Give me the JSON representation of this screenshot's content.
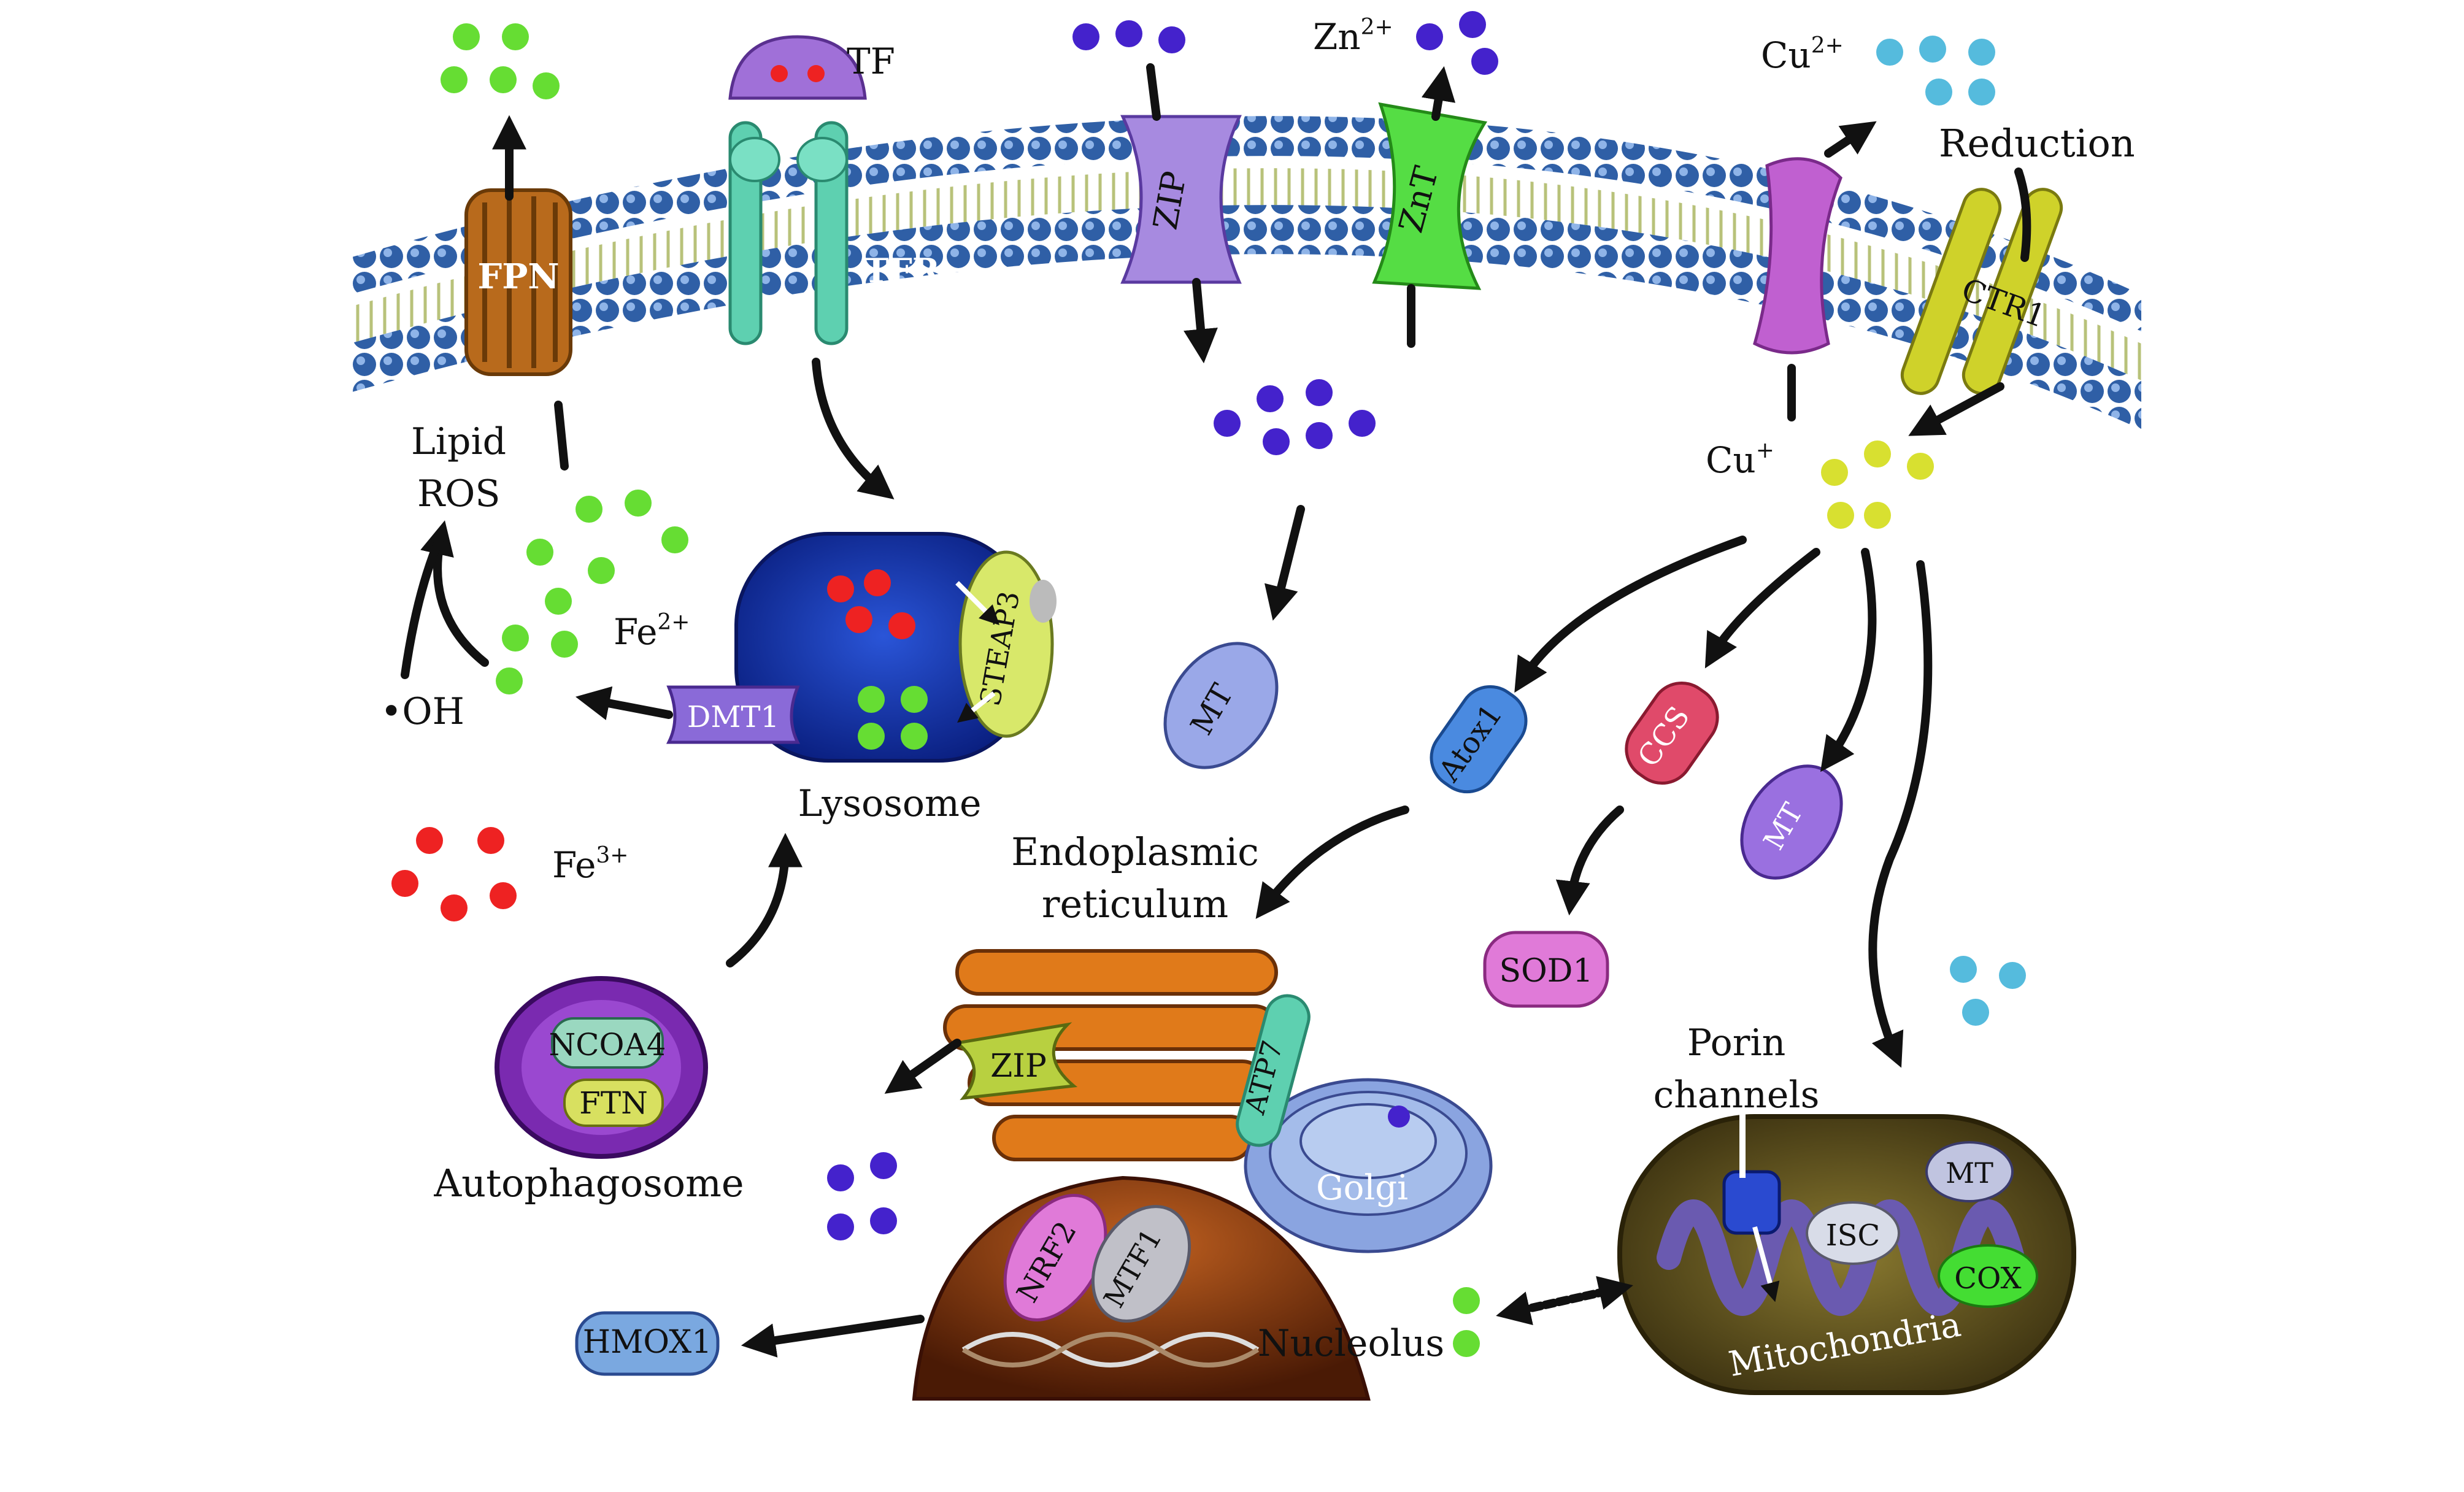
{
  "labels": {
    "tf": "TF",
    "zn": "Zn",
    "zn_sup": "2+",
    "cu2": "Cu",
    "cu2_sup": "2+",
    "reduction": "Reduction",
    "lipid": "Lipid",
    "ros": "ROS",
    "cu1": "Cu",
    "cu1_sup": "+",
    "fe2": "Fe",
    "fe2_sup": "2+",
    "oh": "•OH",
    "lysosome": "Lysosome",
    "fe3": "Fe",
    "fe3_sup": "3+",
    "er_line1": "Endoplasmic",
    "er_line2": "reticulum",
    "autophagosome": "Autophagosome",
    "golgi": "Golgi",
    "porin_line1": "Porin",
    "porin_line2": "channels",
    "nucleolus": "Nucleolus",
    "mitochondria": "Mitochondria"
  },
  "proteins": {
    "fpn": "FPN",
    "tfr": "TFR",
    "zip_membrane": "ZIP",
    "znt": "ZnT",
    "ctr1": "CTR1",
    "steap3": "STEAP3",
    "dmt1": "DMT1",
    "mt_cytosol": "MT",
    "atox1": "Atox1",
    "ccs": "CCS",
    "mt_right": "MT",
    "sod1": "SOD1",
    "ncoa4": "NCOA4",
    "ftn": "FTN",
    "zip_er": "ZIP",
    "atp7": "ATP7",
    "nrf2": "NRF2",
    "mtf1": "MTF1",
    "hmox1": "HMOX1",
    "mt_mito": "MT",
    "isc": "ISC",
    "cox": "COX"
  },
  "colors": {
    "fe2": "#66dd33",
    "fe3": "#ee2222",
    "zn": "#4422cc",
    "cu2": "#55bbdd",
    "cu1": "#d8e030",
    "membrane_head": "#3366aa",
    "lysosome": "#1a3fb0",
    "er": "#e07a1a",
    "mito": "#6a5a20"
  }
}
